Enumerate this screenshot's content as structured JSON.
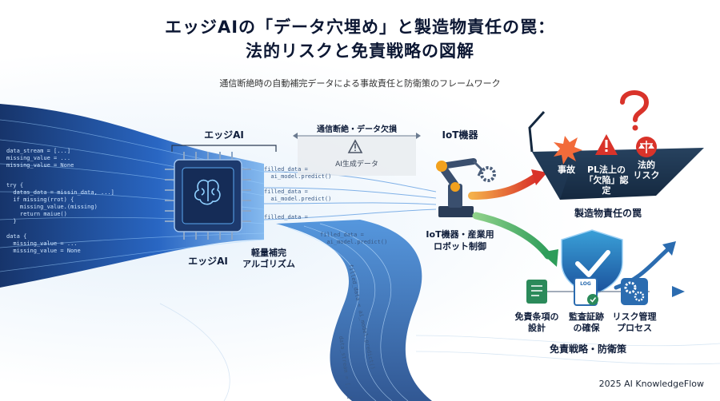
{
  "header": {
    "title_line1": "エッジAIの「データ穴埋め」と製造物責任の罠：",
    "title_line2": "法的リスクと免責戦略の図解",
    "subtitle": "通信断絶時の自動補完データによる事故責任と防衛策のフレームワーク"
  },
  "code_left": {
    "block1": "data_stream = [...]\nmissing_value = ...\nmissing_value = None",
    "block2": "try {\n  datas_data = missin_data, ...]\n  if missing(rrot) {\n    missing_value.(missing)\n    return maiue()\n  }",
    "block3": "data {\n  missing_value = ...\n  missing_value = None"
  },
  "code_middle": {
    "line1": "filled_data =\n  ai_model.predict()",
    "line2": "filled_data =\n  ai_model.predict()",
    "line3": "filled_data =",
    "line4": "filled_data =\n  ai_model.predict()",
    "rotated1": "filled_data = ai_model.predict()",
    "rotated2": "data_stream = [...]"
  },
  "edge_ai": {
    "section_label": "エッジAI",
    "chip_label": "エッジAI",
    "algo_label_line1": "軽量補完",
    "algo_label_line2": "アルゴリズム"
  },
  "gap": {
    "label": "通信断絶・データ欠損",
    "ai_data": "AI生成データ"
  },
  "iot": {
    "section_label": "IoT機器",
    "robot_label_line1": "IoT機器・産業用",
    "robot_label_line2": "ロボット制御"
  },
  "trap": {
    "accident": "事故",
    "pl_line1": "PL法上の",
    "pl_line2": "「欠陥」認定",
    "legal_line1": "法的",
    "legal_line2": "リスク",
    "caption": "製造物責任の罠"
  },
  "defense": {
    "step1_line1": "免責条項の",
    "step1_line2": "設計",
    "step2_line1": "監査証跡",
    "step2_line2": "の確保",
    "step3_line1": "リスク管理",
    "step3_line2": "プロセス",
    "caption": "免責戦略・防衛策",
    "log_label": "LOG"
  },
  "footer": {
    "credit": "2025 AI KnowledgeFlow"
  },
  "colors": {
    "navy": "#0f1d3a",
    "stream_blue": "#1e63c7",
    "chip_dark": "#16305c",
    "danger_red": "#d9332a",
    "shield_green": "#2e9d5a",
    "defense_blue": "#2b6cb0"
  }
}
